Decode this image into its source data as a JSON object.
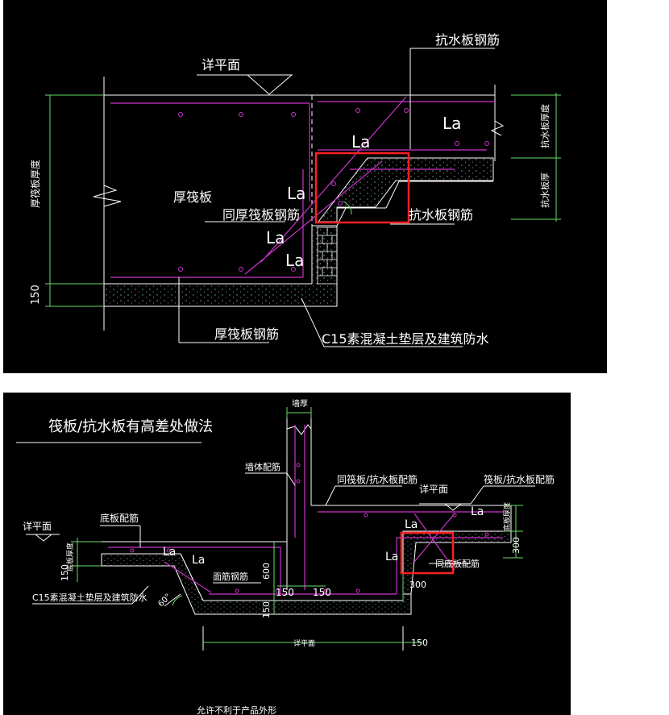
{
  "colors": {
    "background": "#000000",
    "line": "#ffffff",
    "rebar": "#cc33cc",
    "dim": "#66dd66",
    "highlight": "#ff2020",
    "text": "#ffffff"
  },
  "top": {
    "label_elevation": "详平面",
    "label_waterproof_rebar_top": "抗水板钢筋",
    "label_la": "La",
    "label_raft": "厚筏板",
    "label_same_raft_rebar": "同厚筏板钢筋",
    "label_waterproof_rebar_right": "抗水板钢筋",
    "label_raft_rebar": "厚筏板钢筋",
    "label_c15": "C15素混凝土垫层及建筑防水",
    "dim_raft_thickness": "厚筏板厚度",
    "dim_150": "150",
    "dim_wp_thickness_a": "抗水板厚度",
    "dim_wp_thickness_b": "抗水板厚"
  },
  "bottom": {
    "title": "筏板/抗水板有高差处做法",
    "label_wall_thickness": "墙厚",
    "label_wall_rebar": "墙体配筋",
    "label_same_raft_rebar": "同筏板/抗水板配筋",
    "label_elevation_right": "详平面",
    "label_raft_wp_rebar": "筏板/抗水板配筋",
    "label_elevation_left": "详平面",
    "label_bottom_rebar": "底板配筋",
    "label_la": "La",
    "label_top_rebar": "面筋钢筋",
    "label_same_bottom_rebar": "同底板配筋",
    "label_c15": "C15素混凝土垫层及建筑防水",
    "label_elevation_bottom": "详平面",
    "dim_slab_thickness": "底板厚度",
    "dim_slab_thickness_right": "底板厚度",
    "dim_150": "150",
    "dim_600": "600",
    "dim_300": "300",
    "dim_angle": "60°",
    "footer": "允许不利于产品外形"
  }
}
